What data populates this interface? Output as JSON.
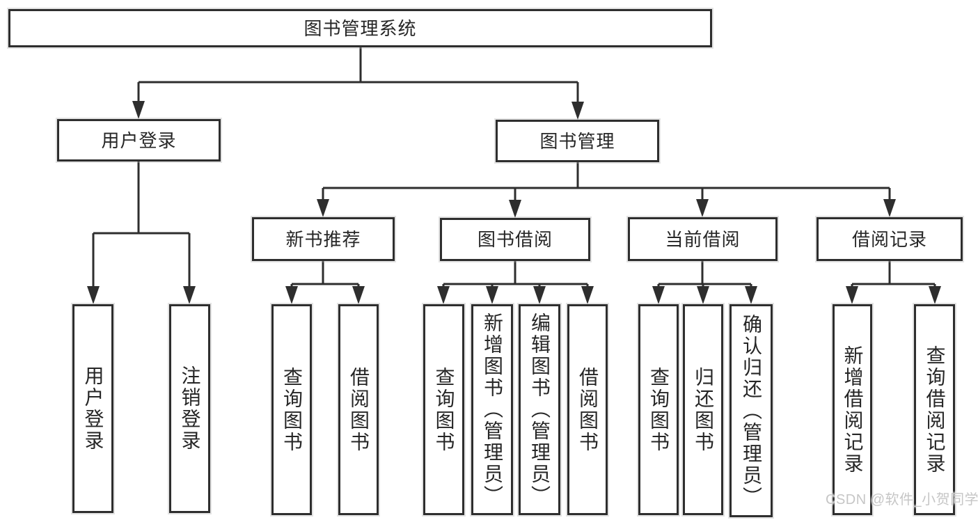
{
  "diagram": {
    "title": "图书管理系统",
    "branches": [
      {
        "label": "用户登录",
        "children": [
          {
            "label": "用户登录"
          },
          {
            "label": "注销登录"
          }
        ]
      },
      {
        "label": "图书管理",
        "children": [
          {
            "label": "新书推荐",
            "children": [
              {
                "label": "查询图书"
              },
              {
                "label": "借阅图书"
              }
            ]
          },
          {
            "label": "图书借阅",
            "children": [
              {
                "label": "查询图书"
              },
              {
                "label": "新增图书（管理员）"
              },
              {
                "label": "编辑图书（管理员）"
              },
              {
                "label": "借阅图书"
              }
            ]
          },
          {
            "label": "当前借阅",
            "children": [
              {
                "label": "查询图书"
              },
              {
                "label": "归还图书"
              },
              {
                "label": "确认归还（管理员）"
              }
            ]
          },
          {
            "label": "借阅记录",
            "children": [
              {
                "label": "新增借阅记录"
              },
              {
                "label": "查询借阅记录"
              }
            ]
          }
        ]
      }
    ]
  },
  "watermark": {
    "text": "CSDN @软件_小贺同学"
  },
  "colors": {
    "line": "#2e2e2e",
    "text": "#262626",
    "watermark": "#c6c6c6",
    "bg": "#ffffff"
  }
}
